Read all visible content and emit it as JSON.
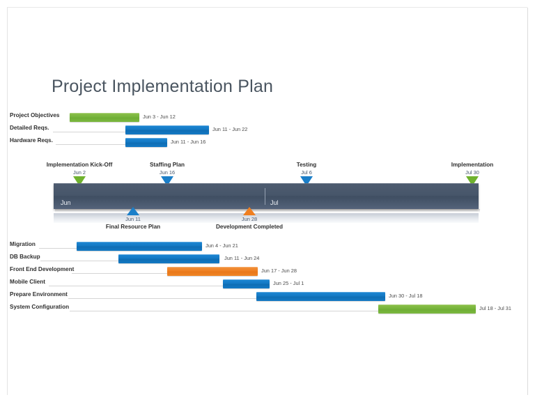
{
  "chart_data": {
    "type": "gantt",
    "title": "Project Implementation Plan",
    "axis": {
      "periods": [
        "Jun",
        "Jul"
      ],
      "range_start": "Jun 1",
      "range_end": "Jul 31"
    },
    "upper_tasks": [
      {
        "label": "Project Objectives",
        "start": "Jun 3",
        "end": "Jun 12",
        "date_range": "Jun 3 - Jun 12",
        "color": "green"
      },
      {
        "label": "Detailed Reqs.",
        "start": "Jun 11",
        "end": "Jun 22",
        "date_range": "Jun 11 - Jun 22",
        "color": "blue"
      },
      {
        "label": "Hardware Reqs.",
        "start": "Jun 11",
        "end": "Jun 16",
        "date_range": "Jun 11 - Jun 16",
        "color": "blue"
      }
    ],
    "milestones_above": [
      {
        "name": "Implementation Kick-Off",
        "date": "Jun 2",
        "color": "green"
      },
      {
        "name": "Staffing Plan",
        "date": "Jun 16",
        "color": "blue"
      },
      {
        "name": "Testing",
        "date": "Jul 6",
        "color": "blue"
      },
      {
        "name": "Implementation",
        "date": "Jul 30",
        "color": "green"
      }
    ],
    "milestones_below": [
      {
        "name": "Final Resource Plan",
        "date": "Jun 11",
        "color": "blue"
      },
      {
        "name": "Development Completed",
        "date": "Jun 28",
        "color": "orange"
      }
    ],
    "lower_tasks": [
      {
        "label": "Migration",
        "start": "Jun 4",
        "end": "Jun 21",
        "date_range": "Jun 4 - Jun 21",
        "color": "blue"
      },
      {
        "label": "DB Backup",
        "start": "Jun 11",
        "end": "Jun 24",
        "date_range": "Jun 11 - Jun 24",
        "color": "blue"
      },
      {
        "label": "Front End Development",
        "start": "Jun 17",
        "end": "Jun 28",
        "date_range": "Jun 17 - Jun 28",
        "color": "orange"
      },
      {
        "label": "Mobile Client",
        "start": "Jun 25",
        "end": "Jul 1",
        "date_range": "Jun 25 - Jul 1",
        "color": "blue"
      },
      {
        "label": "Prepare Environment",
        "start": "Jun 30",
        "end": "Jul 18",
        "date_range": "Jun 30 - Jul 18",
        "color": "blue"
      },
      {
        "label": "System Configuration",
        "start": "Jul 18",
        "end": "Jul 31",
        "date_range": "Jul 18 - Jul 31",
        "color": "green"
      }
    ],
    "colors": {
      "blue": "#1379c4",
      "green": "#77b43c",
      "orange": "#ef8022",
      "axis_bar": "#47566a",
      "title_text": "#4a5560",
      "label_text": "#2f2f2f",
      "date_text": "#4b4b4b"
    }
  }
}
